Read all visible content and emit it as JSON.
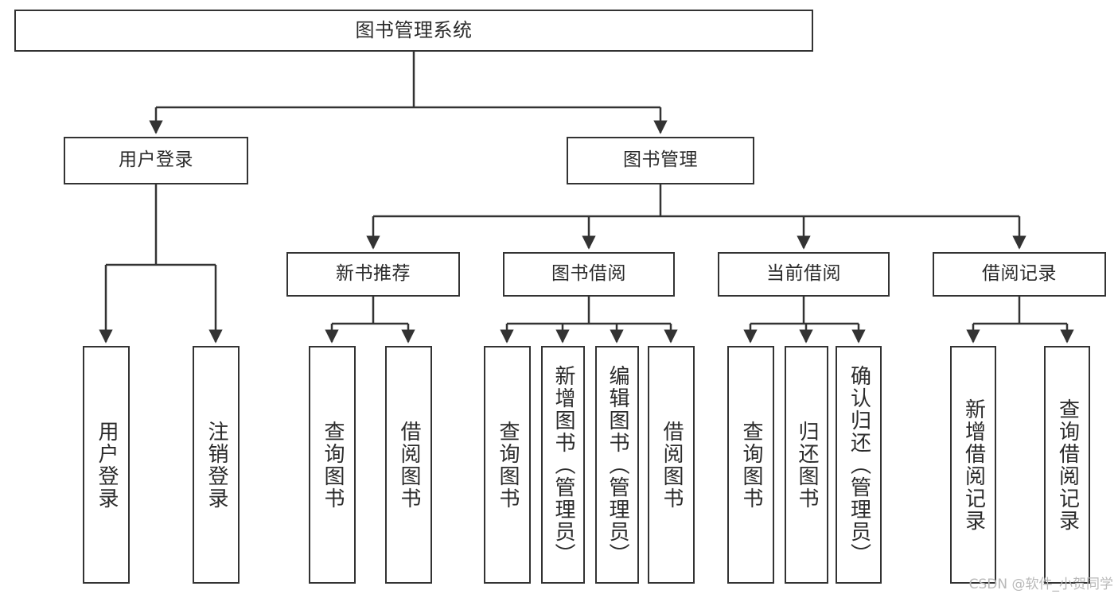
{
  "diagram": {
    "type": "tree",
    "title": "图书管理系统",
    "orientation": "top-down",
    "line_color": "#333333",
    "box_fill": "#ffffff",
    "text_color": "#2b2b2b"
  },
  "nodes": {
    "root": {
      "label": "图书管理系统"
    },
    "level2": [
      {
        "label": "用户登录"
      },
      {
        "label": "图书管理"
      }
    ],
    "level3": [
      {
        "label": "新书推荐"
      },
      {
        "label": "图书借阅"
      },
      {
        "label": "当前借阅"
      },
      {
        "label": "借阅记录"
      }
    ],
    "leaves": {
      "user_login": [
        {
          "label": "用户登录"
        },
        {
          "label": "注销登录"
        }
      ],
      "new_book": [
        {
          "label": "查询图书"
        },
        {
          "label": "借阅图书"
        }
      ],
      "book_borrow": [
        {
          "label": "查询图书"
        },
        {
          "label": "新增图书（管理员）"
        },
        {
          "label": "编辑图书（管理员）"
        },
        {
          "label": "借阅图书"
        }
      ],
      "current_borrow": [
        {
          "label": "查询图书"
        },
        {
          "label": "归还图书"
        },
        {
          "label": "确认归还（管理员）"
        }
      ],
      "borrow_record": [
        {
          "label": "新增借阅记录"
        },
        {
          "label": "查询借阅记录"
        }
      ]
    }
  },
  "watermark": {
    "text": "CSDN @软件_小贺同学"
  }
}
